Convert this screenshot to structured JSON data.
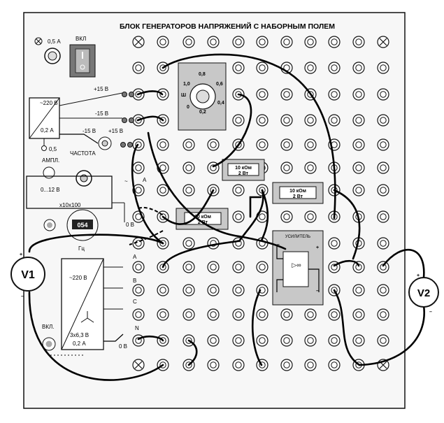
{
  "panel": {
    "title": "БЛОК ГЕНЕРАТОРОВ НАПРЯЖЕНИЙ С НАБОРНЫМ ПОЛЕМ",
    "fuse_label": "0,5 А",
    "switch_label": "ВКЛ",
    "colors": {
      "panel_bg": "#f7f7f7",
      "module_gray": "#c8c8c8",
      "outline": "#111111"
    }
  },
  "dc_supply": {
    "input_label": "~220 В",
    "current_label": "0,2 А",
    "outputs": [
      "+15 В",
      "-15 В",
      "-15 В",
      "+15 В"
    ],
    "fuse_label": "0,5"
  },
  "variable_supply": {
    "knob_label": "АМПЛ.",
    "range_label": "0...12 В",
    "freq_label": "ЧАСТОТА",
    "multiplier": "х10",
    "multiplier2": "х100",
    "display_value": "054",
    "display_unit": "Гц",
    "ground_label": "0 В",
    "sine_label": "~",
    "out_label": "A"
  },
  "three_phase": {
    "input_label": "~220 В",
    "rating": "3х6,3 В",
    "current": "0,2 А",
    "phases": [
      "A",
      "B",
      "C",
      "N"
    ],
    "knob_label": "ВКЛ.",
    "ground_label": "0 В"
  },
  "potentiometer": {
    "ticks": [
      "1,0",
      "0,8",
      "0,6",
      "0,4",
      "0,2",
      "0"
    ],
    "center_label": "Ш"
  },
  "resistors": [
    {
      "value": "10 кОм",
      "power": "2 Вт"
    },
    {
      "value": "10 кОм",
      "power": "2 Вт"
    },
    {
      "value": "10 кОм",
      "power": "2 Вт"
    }
  ],
  "opamp": {
    "title": "УСИЛИТЕЛЬ",
    "symbol": "▷∞",
    "minus_label": "–",
    "plus_label": "+"
  },
  "voltmeters": [
    {
      "name": "V1",
      "plus": "+",
      "minus": "–"
    },
    {
      "name": "V2",
      "plus": "+",
      "minus": "–"
    }
  ],
  "icons": [
    "fuse-icon",
    "power-switch-icon",
    "knob-icon",
    "ground-icon",
    "voltmeter-icon",
    "opamp-icon",
    "resistor-icon"
  ]
}
